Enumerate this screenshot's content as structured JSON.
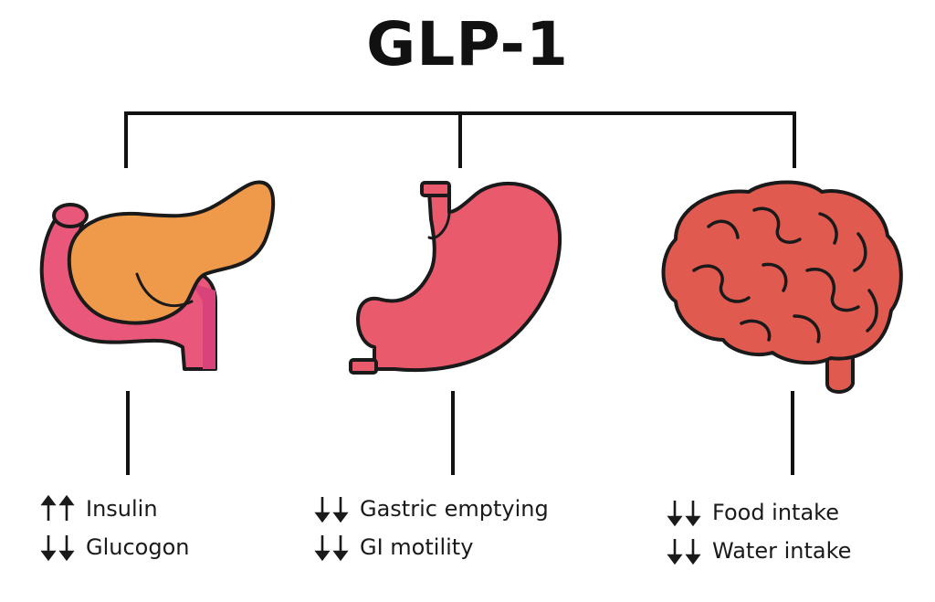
{
  "title": "GLP-1",
  "colors": {
    "line": "#111111",
    "pancreas_body": "#ef9a4a",
    "pancreas_duct": "#e9587a",
    "stomach": "#ea5a6d",
    "brain": "#e05a4f",
    "outline": "#1a1a1a"
  },
  "organs": [
    {
      "id": "pancreas",
      "effects": [
        {
          "direction": "up",
          "label": "Insulin"
        },
        {
          "direction": "down",
          "label": "Glucogon"
        }
      ]
    },
    {
      "id": "stomach",
      "effects": [
        {
          "direction": "down",
          "label": "Gastric emptying"
        },
        {
          "direction": "down",
          "label": "GI motility"
        }
      ]
    },
    {
      "id": "brain",
      "effects": [
        {
          "direction": "down",
          "label": "Food intake"
        },
        {
          "direction": "down",
          "label": "Water intake"
        }
      ]
    }
  ]
}
